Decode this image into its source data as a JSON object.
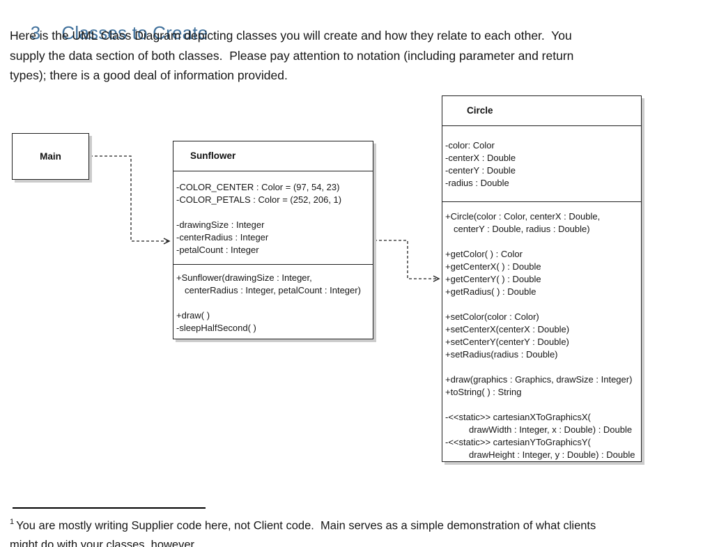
{
  "page": {
    "heading": {
      "number": "3",
      "title": "Classes to Create"
    },
    "intro_lines": [
      "Here is the UML Class Diagram depicting classes you will create and how they relate to each other.  You",
      "supply the data section of both classes.  Please pay attention to notation (including parameter and return",
      "types); there is a good deal of information provided."
    ],
    "footnote": {
      "marker": "1",
      "lines": [
        "You are mostly writing Supplier code here, not Client code.  Main serves as a simple demonstration of what clients",
        "might do with your classes, however."
      ]
    }
  },
  "diagram": {
    "main": {
      "title": "Main"
    },
    "sunflower": {
      "title": "Sunflower",
      "attributes": [
        "-COLOR_CENTER : Color = (97, 54, 23)",
        "-COLOR_PETALS : Color = (252, 206, 1)",
        "",
        "-drawingSize : Integer",
        "-centerRadius : Integer",
        "-petalCount : Integer"
      ],
      "methods": [
        "+Sunflower(drawingSize : Integer,",
        "centerRadius : Integer, petalCount : Integer)",
        "",
        "+draw( )",
        "-sleepHalfSecond( )"
      ]
    },
    "circle": {
      "title": "Circle",
      "attributes": [
        "-color: Color",
        "-centerX : Double",
        "-centerY : Double",
        "-radius : Double"
      ],
      "methods": [
        "+Circle(color : Color, centerX : Double,",
        "centerY : Double, radius : Double)",
        "",
        "+getColor( ) : Color",
        "+getCenterX( ) : Double",
        "+getCenterY( ) : Double",
        "+getRadius( ) : Double",
        "",
        "+setColor(color : Color)",
        "+setCenterX(centerX : Double)",
        "+setCenterY(centerY : Double)",
        "+setRadius(radius : Double)",
        "",
        "+draw(graphics : Graphics, drawSize : Integer)",
        "+toString( ) : String",
        "",
        "-<<static>> cartesianXToGraphicsX(",
        "drawWidth : Integer, x : Double) : Double",
        "-<<static>> cartesianYToGraphicsY(",
        "drawHeight : Integer, y : Double) : Double"
      ]
    },
    "connectors": [
      {
        "from": "Main",
        "to": "Sunflower",
        "line": "dashed",
        "arrow": "open"
      },
      {
        "from": "Sunflower",
        "to": "Circle",
        "line": "dashed",
        "arrow": "open"
      }
    ]
  },
  "colors": {
    "heading": "#41719C",
    "body_text": "#151515",
    "box_border": "#1f1f1f",
    "box_shadow": "#cccccc",
    "background": "#ffffff"
  }
}
